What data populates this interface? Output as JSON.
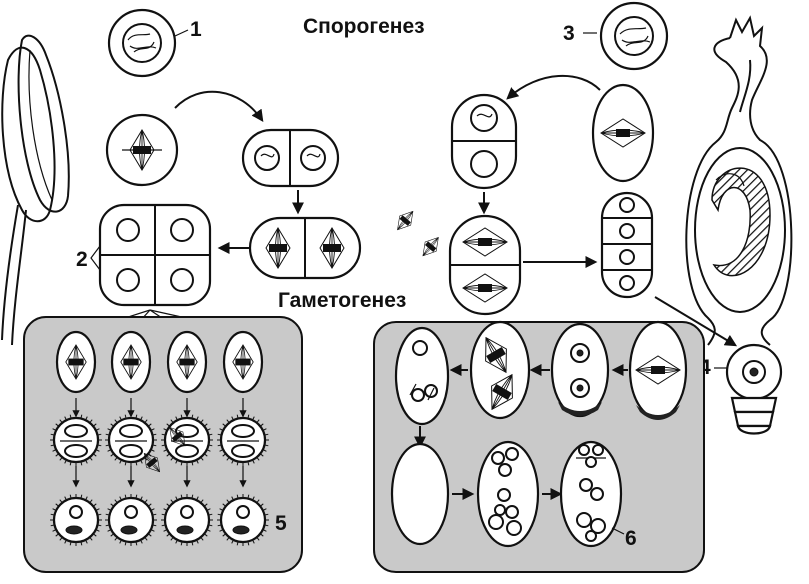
{
  "labels": {
    "sporogenesis": "Спорогенез",
    "gametogenesis": "Гаметогенез",
    "n1": "1",
    "n2": "2",
    "n3": "3",
    "n4": "4",
    "n5": "5",
    "n6": "6"
  },
  "colors": {
    "panel": "#c9c9c9",
    "ink": "#111111",
    "background": "#ffffff"
  }
}
